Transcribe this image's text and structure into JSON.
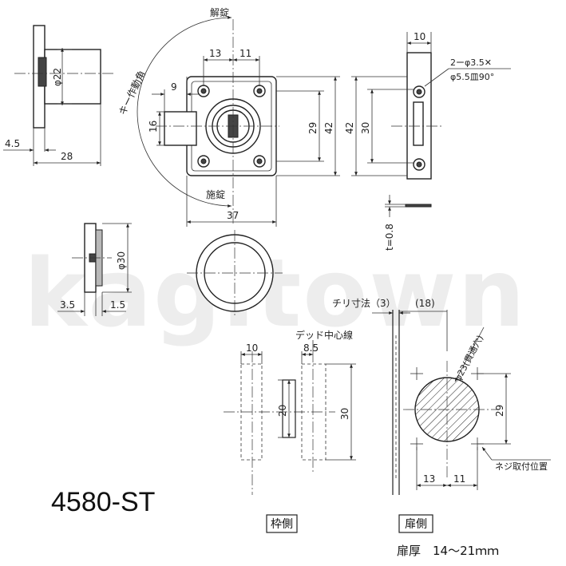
{
  "watermark": "kagitown",
  "model": "4580-ST",
  "labels": {
    "unlock": "解錠",
    "lock": "施錠",
    "key_rotation": "キー作動角",
    "screw_holes_line1": "2ーφ3.5✕",
    "screw_holes_line2": "φ5.5皿90°",
    "chiri": "チリ寸法（3）",
    "chiri_val": "(18)",
    "deadbolt_center": "デッド中心線",
    "through_hole": "φ23(貫通穴)",
    "screw_position": "ネジ取付位置",
    "frame_side": "枠側",
    "door_side": "扉側",
    "door_thickness": "扉厚　14～21ｍｍ"
  },
  "dims": {
    "d22": "φ22",
    "d4_5": "4.5",
    "d28": "28",
    "d13a": "13",
    "d11a": "11",
    "d9": "9",
    "d16": "16",
    "d29a": "29",
    "d42a": "42",
    "d37": "37",
    "d10a": "10",
    "d42b": "42",
    "d30a": "30",
    "t08": "t=0.8",
    "d30b": "φ30",
    "d3_5": "3.5",
    "d1_5": "1.5",
    "d10b": "10",
    "d8_5": "8.5",
    "d20": "20",
    "d30c": "30",
    "d29b": "29",
    "d13b": "13",
    "d11b": "11"
  }
}
